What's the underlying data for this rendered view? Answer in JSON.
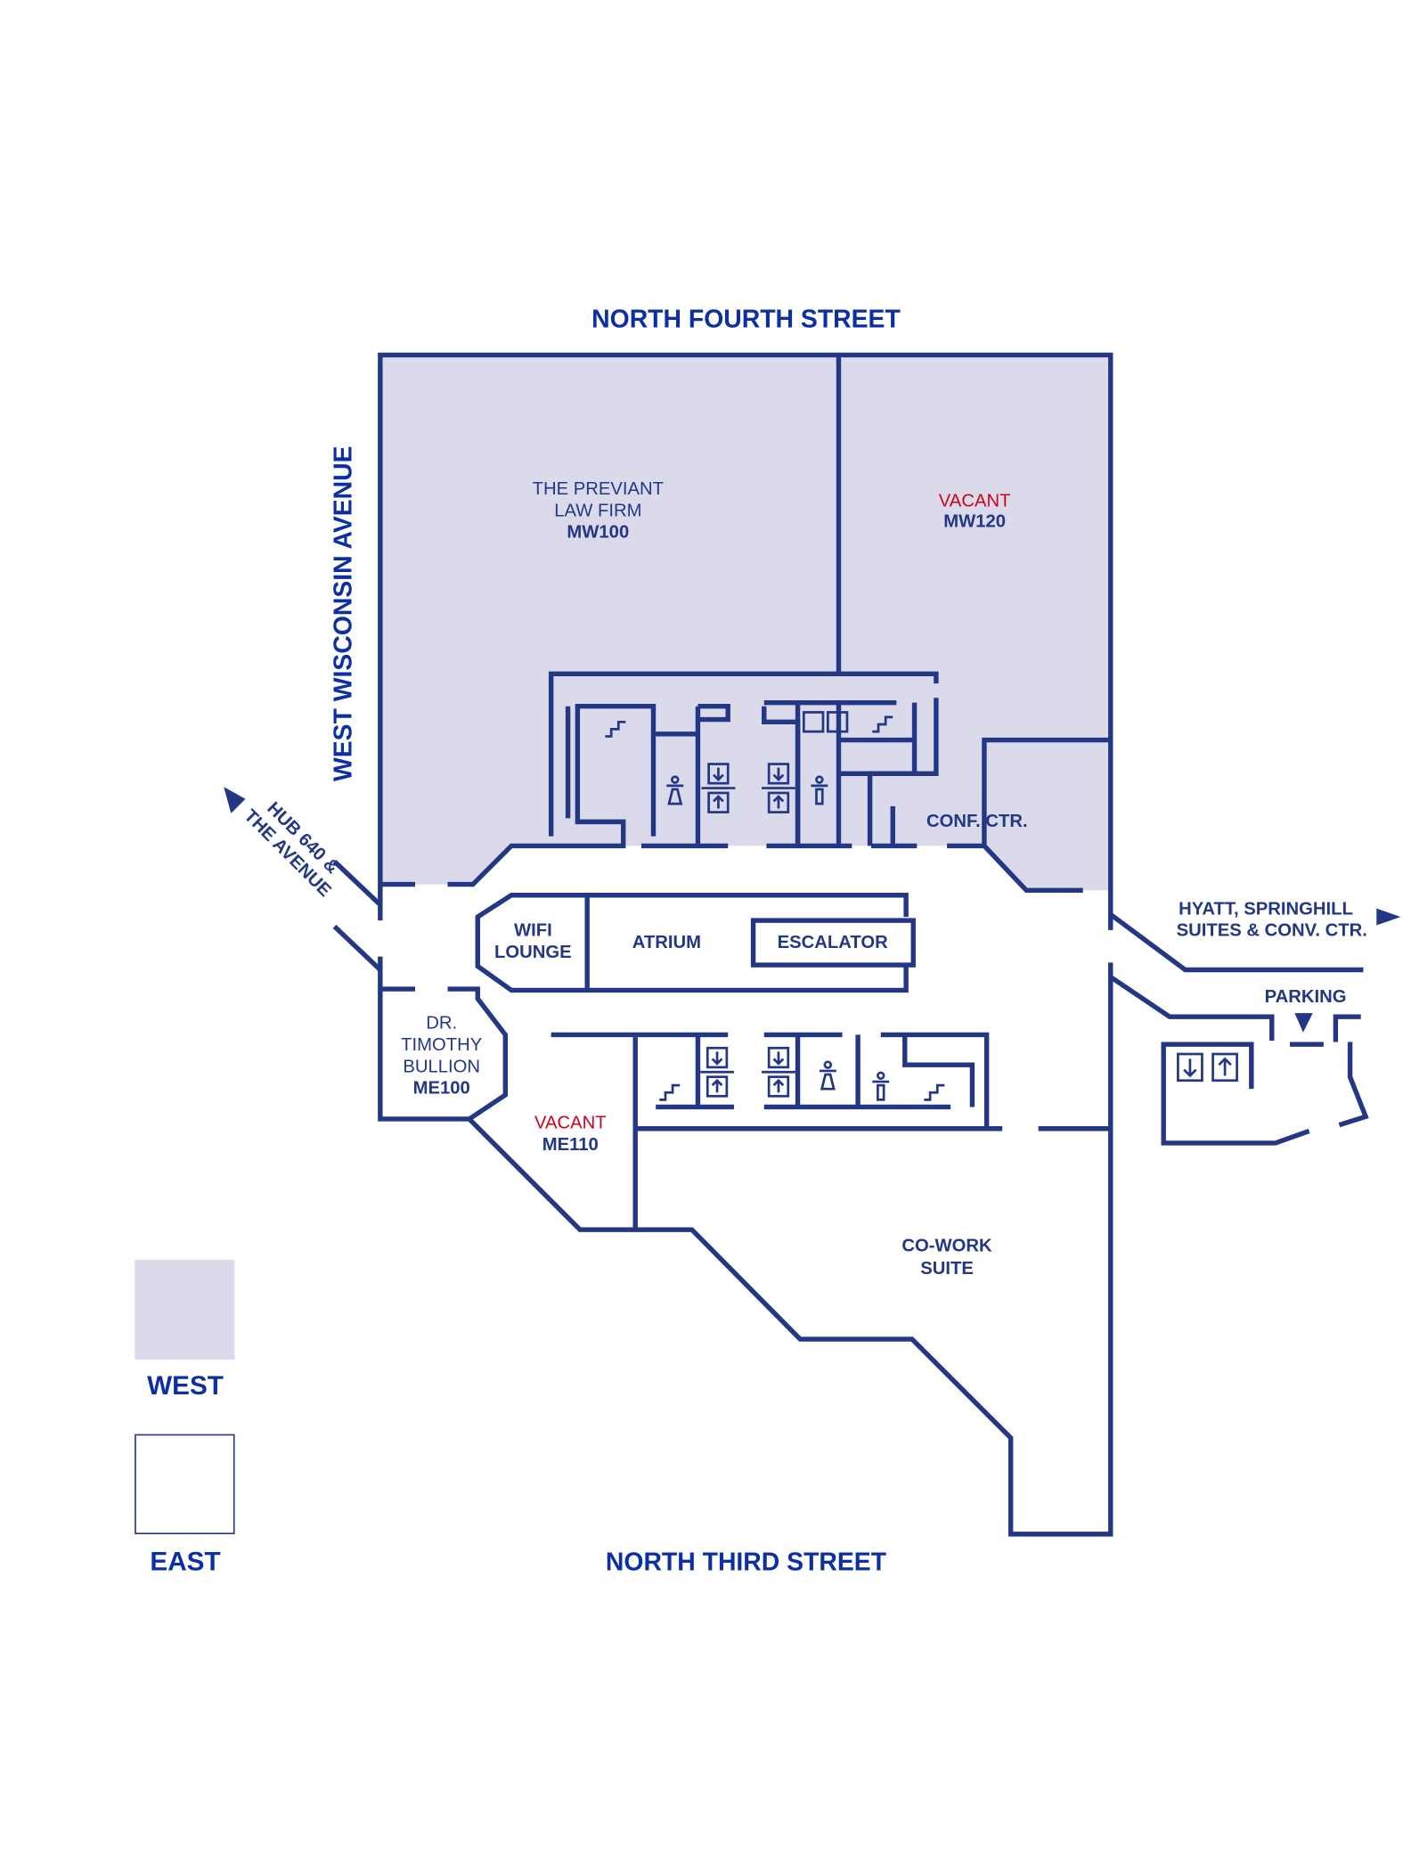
{
  "streets": {
    "north": "NORTH FOURTH STREET",
    "south": "NORTH THIRD STREET",
    "west": "WEST WISCONSIN AVENUE"
  },
  "rooms": {
    "mw100": {
      "tenant_line1": "THE PREVIANT",
      "tenant_line2": "LAW FIRM",
      "id": "MW100"
    },
    "mw120": {
      "status": "VACANT",
      "id": "MW120"
    },
    "conf": "CONF. CTR.",
    "wifi": {
      "line1": "WIFI",
      "line2": "LOUNGE"
    },
    "atrium": "ATRIUM",
    "escalator": "ESCALATOR",
    "me100": {
      "line1": "DR.",
      "line2": "TIMOTHY",
      "line3": "BULLION",
      "id": "ME100"
    },
    "me110": {
      "status": "VACANT",
      "id": "ME110"
    },
    "cowork": {
      "line1": "CO-WORK",
      "line2": "SUITE"
    }
  },
  "directions": {
    "hub": {
      "line1": "HUB 640 &",
      "line2": "THE AVENUE"
    },
    "hyatt": {
      "line1": "HYATT, SPRINGHILL",
      "line2": "SUITES & CONV. CTR."
    },
    "parking": "PARKING"
  },
  "legend": {
    "west": {
      "label": "WEST",
      "color": "#dadaea"
    },
    "east": {
      "label": "EAST",
      "color": "#ffffff"
    }
  },
  "colors": {
    "wall": "#233785",
    "street": "#0c2fa3",
    "vacant": "#d0021b"
  }
}
